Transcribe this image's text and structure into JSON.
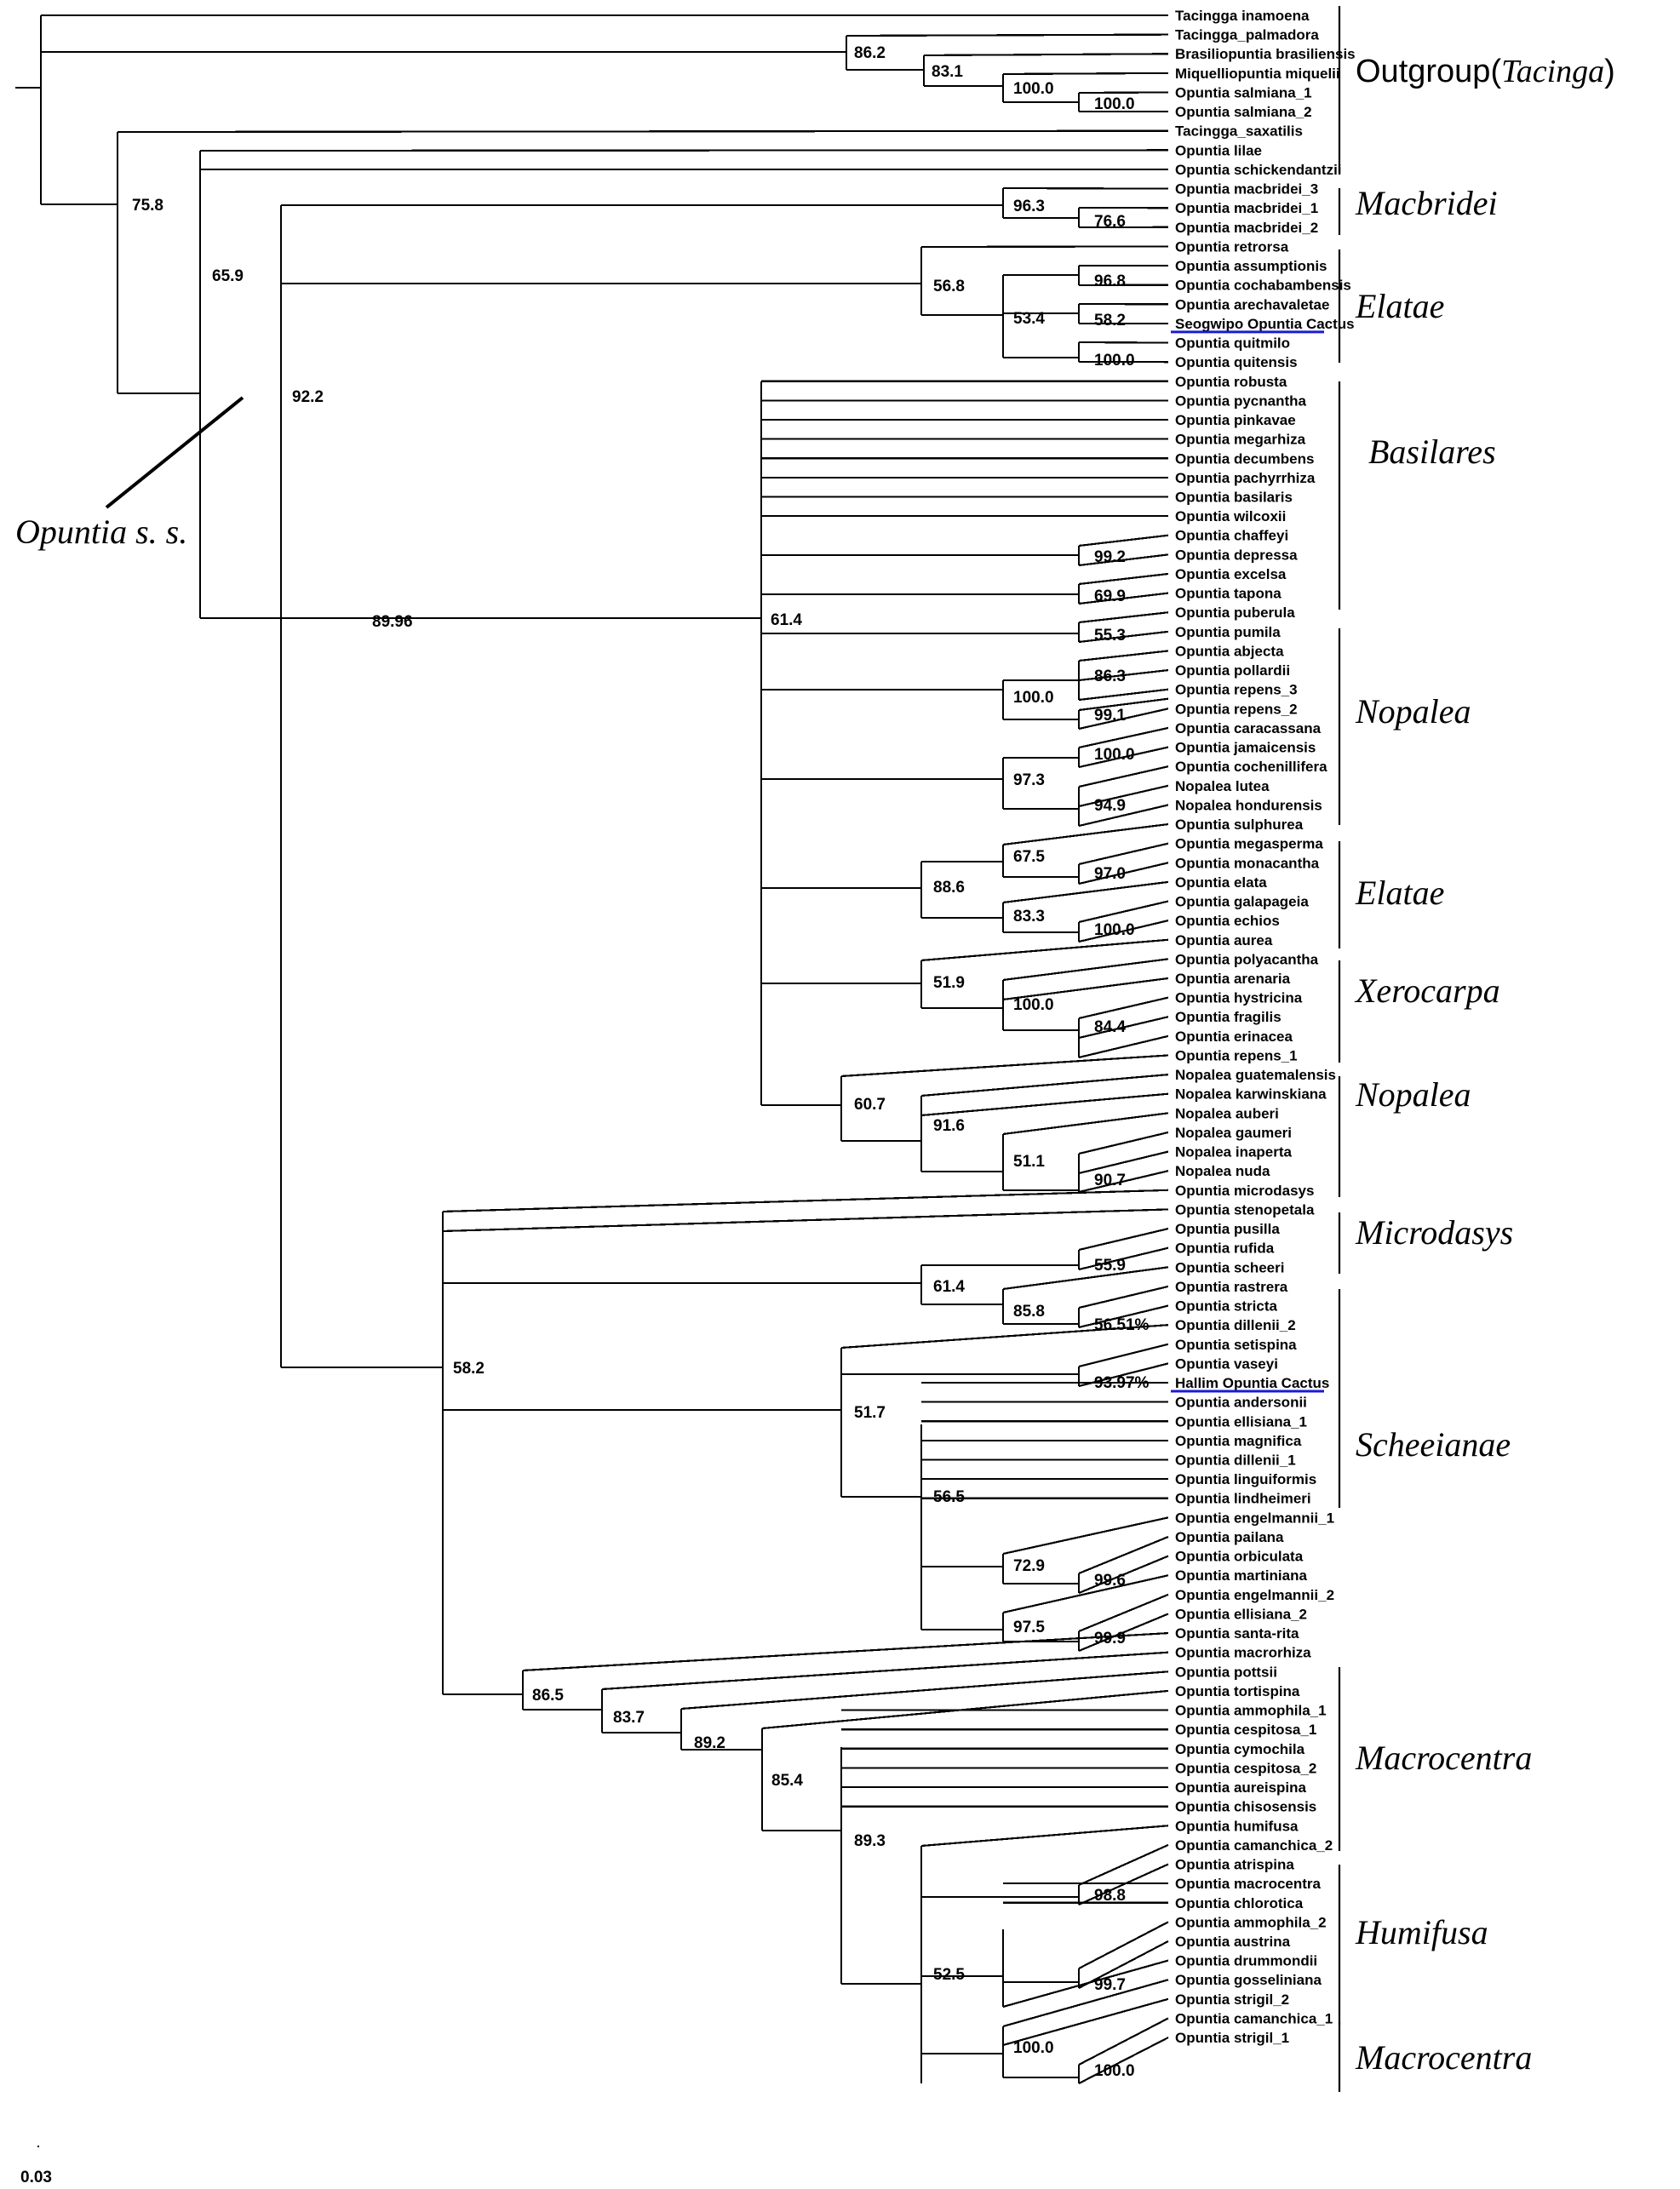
{
  "tips": [
    "Tacingga inamoena",
    "Tacingga_palmadora",
    "Brasiliopuntia brasiliensis",
    "Miquelliopuntia miquelii",
    "Opuntia salmiana_1",
    "Opuntia salmiana_2",
    "Tacingga_saxatilis",
    "Opuntia lilae",
    "Opuntia schickendantzii",
    "Opuntia macbridei_3",
    "Opuntia macbridei_1",
    "Opuntia macbridei_2",
    "Opuntia retrorsa",
    "Opuntia assumptionis",
    "Opuntia cochabambensis",
    "Opuntia arechavaletae",
    "Seogwipo Opuntia Cactus",
    "Opuntia quitmilo",
    "Opuntia quitensis",
    "Opuntia robusta",
    "Opuntia pycnantha",
    "Opuntia pinkavae",
    "Opuntia megarhiza",
    "Opuntia decumbens",
    "Opuntia pachyrrhiza",
    "Opuntia basilaris",
    "Opuntia wilcoxii",
    "Opuntia chaffeyi",
    "Opuntia depressa",
    "Opuntia excelsa",
    "Opuntia tapona",
    "Opuntia puberula",
    "Opuntia pumila",
    "Opuntia abjecta",
    "Opuntia pollardii",
    "Opuntia repens_3",
    "Opuntia repens_2",
    "Opuntia caracassana",
    "Opuntia jamaicensis",
    "Opuntia cochenillifera",
    "Nopalea lutea",
    "Nopalea hondurensis",
    "Opuntia sulphurea",
    "Opuntia megasperma",
    "Opuntia monacantha",
    "Opuntia elata",
    "Opuntia galapageia",
    "Opuntia echios",
    "Opuntia aurea",
    "Opuntia polyacantha",
    "Opuntia arenaria",
    "Opuntia hystricina",
    "Opuntia fragilis",
    "Opuntia erinacea",
    "Opuntia repens_1",
    "Nopalea guatemalensis",
    "Nopalea karwinskiana",
    "Nopalea auberi",
    "Nopalea gaumeri",
    "Nopalea inaperta",
    "Nopalea nuda",
    "Opuntia microdasys",
    "Opuntia stenopetala",
    "Opuntia pusilla",
    "Opuntia rufida",
    "Opuntia scheeri",
    "Opuntia rastrera",
    "Opuntia stricta",
    "Opuntia dillenii_2",
    "Opuntia setispina",
    "Opuntia vaseyi",
    "Hallim Opuntia Cactus",
    "Opuntia andersonii",
    "Opuntia ellisiana_1",
    "Opuntia magnifica",
    "Opuntia dillenii_1",
    "Opuntia linguiformis",
    "Opuntia lindheimeri",
    "Opuntia engelmannii_1",
    "Opuntia pailana",
    "Opuntia orbiculata",
    "Opuntia martiniana",
    "Opuntia engelmannii_2",
    "Opuntia ellisiana_2",
    "Opuntia santa-rita",
    "Opuntia macrorhiza",
    "Opuntia pottsii",
    "Opuntia tortispina",
    "Opuntia ammophila_1",
    "Opuntia cespitosa_1",
    "Opuntia cymochila",
    "Opuntia cespitosa_2",
    "Opuntia aureispina",
    "Opuntia chisosensis",
    "Opuntia humifusa",
    "Opuntia camanchica_2",
    "Opuntia atrispina",
    "Opuntia macrocentra",
    "Opuntia chlorotica",
    "Opuntia ammophila_2",
    "Opuntia austrina",
    "Opuntia drummondii",
    "Opuntia gosseliniana",
    "Opuntia strigil_2",
    "Opuntia camanchica_1",
    "Opuntia strigil_1"
  ],
  "support": [
    "86.2",
    "83.1",
    "100.0",
    "100.0",
    "75.8",
    "65.9",
    "92.2",
    "96.3",
    "76.6",
    "56.8",
    "96.8",
    "53.4",
    "58.2",
    "100.0",
    "89.96",
    "61.4",
    "99.2",
    "69.9",
    "55.3",
    "86.3",
    "100.0",
    "99.1",
    "100.0",
    "97.3",
    "94.9",
    "67.5",
    "88.6",
    "97.0",
    "83.3",
    "100.0",
    "51.9",
    "100.0",
    "84.4",
    "60.7",
    "91.6",
    "51.1",
    "90.7",
    "55.9",
    "61.4",
    "85.8",
    "56.51%",
    "93.97%",
    "58.2",
    "51.7",
    "56.5",
    "72.9",
    "99.6",
    "97.5",
    "99.9",
    "86.5",
    "83.7",
    "89.2",
    "85.4",
    "89.3",
    "98.8",
    "52.5",
    "99.7",
    "100.0",
    "100.0"
  ],
  "groups": {
    "outgroup_prefix": "Outgroup(",
    "outgroup_genus": "Tacinga",
    "outgroup_suffix": ")",
    "macbridei": "Macbridei",
    "elatae_1": "Elatae",
    "basilares": "Basilares",
    "nopalea_1": "Nopalea",
    "elatae_2": "Elatae",
    "xerocarpa": "Xerocarpa",
    "nopalea_2": "Nopalea",
    "microdasys": "Microdasys",
    "scheeianae": "Scheeianae",
    "macrocentra_1": "Macrocentra",
    "humifusa": "Humifusa",
    "macrocentra_2": "Macrocentra"
  },
  "opuntia_label": "Opuntia  s.  s.",
  "scale_label": "0.03",
  "highlight_color": "#1a1ad4"
}
